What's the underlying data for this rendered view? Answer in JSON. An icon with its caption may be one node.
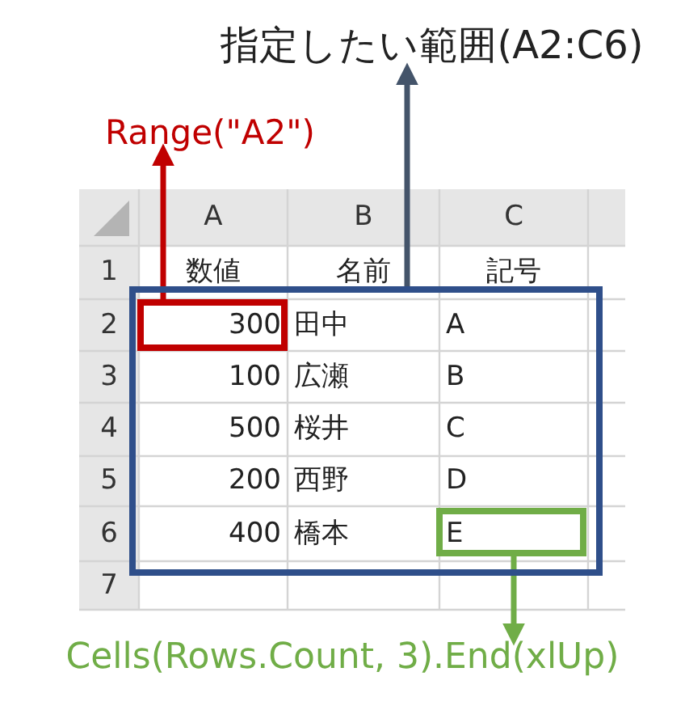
{
  "diagram": {
    "nodes": [
      {
        "text": [
          "指定したい範囲(A2:C6)"
        ]
      },
      {
        "text": [
          "Range(\"A2\")"
        ]
      },
      {
        "text": [],
        "shape": "box"
      },
      {
        "text": [],
        "shape": "box",
        "in": 2
      },
      {
        "text": [],
        "shape": "box",
        "in": 2
      },
      {
        "text": [
          "Cells(Rows.Count, 3).End(xlUp)"
        ]
      }
    ],
    "edges": [
      {
        "from": 2,
        "to": 0,
        "arrow": "to",
        "color": "#44546a"
      },
      {
        "from": 3,
        "to": 1,
        "arrow": "to",
        "color": "#c00000"
      },
      {
        "from": 4,
        "to": 5,
        "arrow": "to",
        "color": "#70ad47"
      }
    ],
    "labels": [
      "A",
      "B",
      "C",
      "1",
      "数値",
      "名前",
      "記号",
      "2",
      "300",
      "田中",
      "A",
      "3",
      "100",
      "広瀬",
      "B",
      "4",
      "500",
      "桜井",
      "C",
      "5",
      "200",
      "西野",
      "D",
      "6",
      "400",
      "橋本",
      "E",
      "7"
    ]
  }
}
